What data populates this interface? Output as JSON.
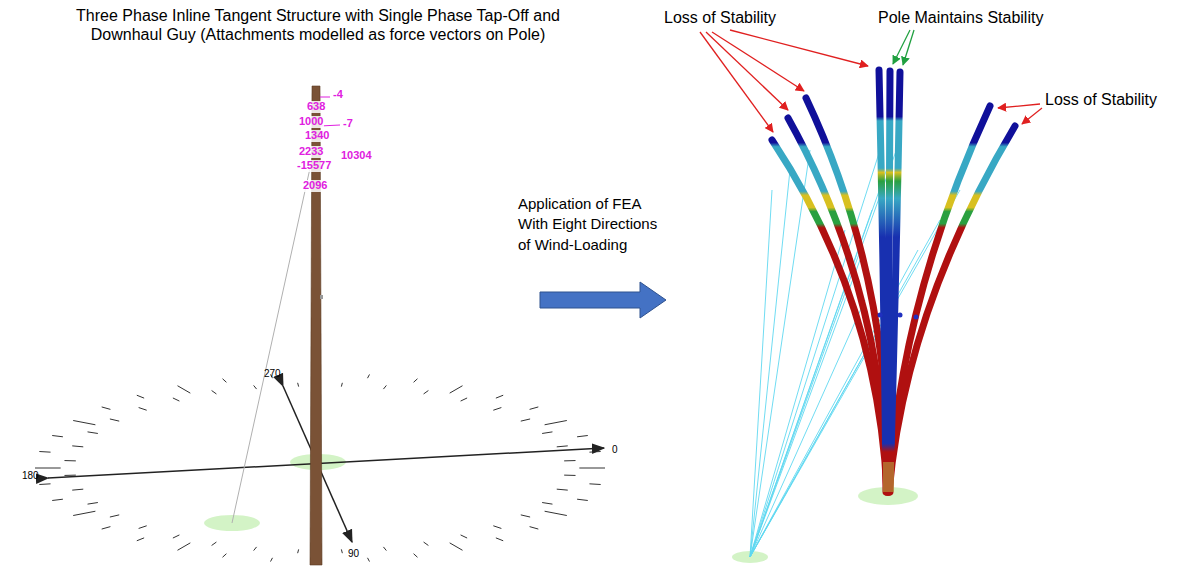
{
  "diagram": {
    "title": "Three Phase Inline Tangent Structure with Single Phase Tap-Off and Downhaul Guy (Attachments modelled as force vectors on Pole)",
    "labels": [
      "-4",
      "638",
      "1000",
      "-7",
      "1340",
      "2233",
      "10304",
      "-15577",
      "2096",
      "270",
      "0",
      "180",
      "90",
      "Application of FEA With Eight Directions of Wind-Loading",
      "Loss of Stability",
      "Pole Maintains Stability",
      "Loss of Stability"
    ]
  }
}
